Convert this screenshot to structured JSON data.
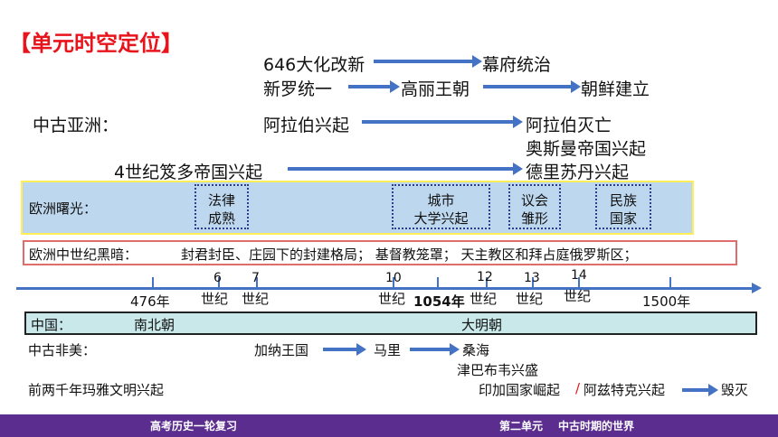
{
  "title": "【单元时空定位】",
  "asia": {
    "japan_start": "646大化改新",
    "japan_end": "幕府统治",
    "korea_start": "新罗统一",
    "korea_mid": "高丽王朝",
    "korea_end": "朝鲜建立",
    "label": "中古亚洲：",
    "arab_start": "阿拉伯兴起",
    "arab_end": "阿拉伯灭亡",
    "ottoman": "奥斯曼帝国兴起",
    "gupta": "4世纪笈多帝国兴起",
    "delhi": "德里苏丹兴起"
  },
  "europe_dawn": {
    "label": "欧洲曙光：",
    "items": [
      "法律\n成熟",
      "城市\n大学兴起",
      "议会\n雏形",
      "民族\n国家"
    ]
  },
  "europe_dark": {
    "label": "欧洲中世纪黑暗：",
    "text": "封君封臣、庄园下的封建格局；  基督教笼罩；  天主教区和拜占庭俄罗斯区；"
  },
  "timeline": {
    "y476": "476年",
    "c6": "6",
    "c7": "7",
    "c10": "10",
    "c12": "12",
    "c13": "13",
    "c14": "14",
    "century": "世纪",
    "y1054": "1054年",
    "y1500": "1500年"
  },
  "china": {
    "label": "中国：",
    "period1": "南北朝",
    "period2": "大明朝"
  },
  "africa_america": {
    "label": "中古非美：",
    "ghana": "加纳王国",
    "mali": "马里",
    "songhai": "桑海",
    "zimbabwe": "津巴布韦兴盛",
    "maya": "前两千年玛雅文明兴起",
    "inca": "印加国家崛起",
    "slash": "/",
    "aztec": "阿兹特克兴起",
    "destroy": "毁灭"
  },
  "footer": {
    "left": "高考历史一轮复习",
    "unit": "第二单元",
    "unit_title": "中古时期的世界"
  },
  "colors": {
    "title_red": "#e8141b",
    "arrow_blue": "#4472c4",
    "dawn_bg": "#bdd7ee",
    "dawn_border": "#ffee58",
    "dark_border": "#e06c6c",
    "china_bg": "#c9e8ea",
    "footer_purple": "#5b2d8e",
    "slash_red": "#e8141b"
  }
}
